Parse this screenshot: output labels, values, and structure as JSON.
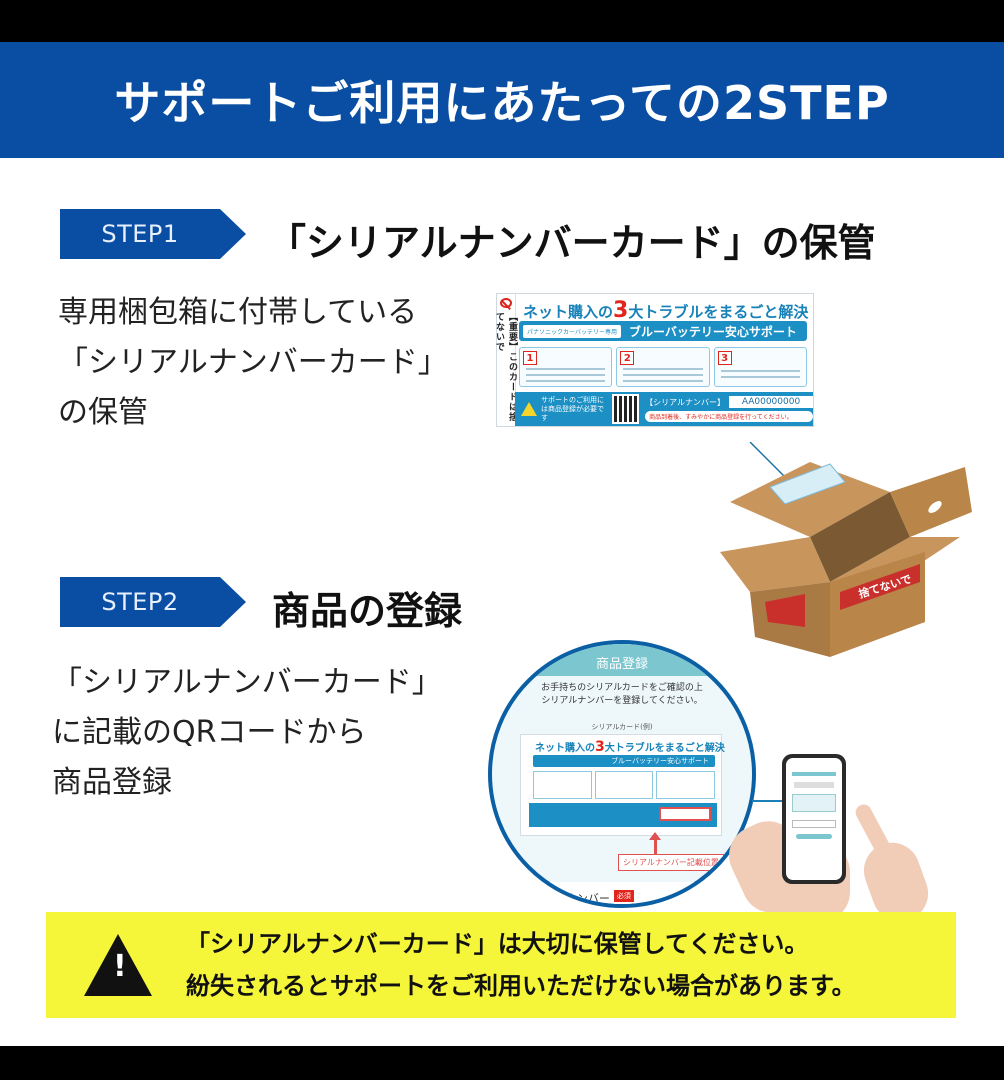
{
  "header": {
    "title": "サポートご利用にあたっての2STEP",
    "background": "#0a4ea3"
  },
  "steps": [
    {
      "badge": "STEP1",
      "title": "「シリアルナンバーカード」の保管",
      "description": [
        "専用梱包箱に付帯している",
        "「シリアルナンバーカード」",
        "の保管"
      ]
    },
    {
      "badge": "STEP2",
      "title": "商品の登録",
      "description": [
        "「シリアルナンバーカード」",
        "に記載のQRコードから",
        "商品登録"
      ]
    }
  ],
  "serial_card": {
    "side_text": "【重要】このカードは捨てないで",
    "headline_pre": "ネット購入の",
    "headline_num": "3",
    "headline_post": "大トラブルをまるごと解決",
    "band_tag": "パナソニックカーバッテリー専用",
    "band_title": "ブルーバッテリー安心サポート",
    "boxes": [
      "1",
      "2",
      "3"
    ],
    "bottom_text": "サポートのご利用には商品登録が必要です",
    "serial_label": "【シリアルナンバー】",
    "serial_value": "AA00000000",
    "serial_note": "商品到着後、すみやかに商品登録を行ってください。"
  },
  "registration": {
    "header": "商品登録",
    "instructions": [
      "お手持ちのシリアルカードをご確認の上",
      "シリアルナンバーを登録してください。"
    ],
    "sample_label": "シリアルカード(例)",
    "serial_position_label": "シリアルナンバー記載位置",
    "field_label": "シリアルナンバー",
    "required_badge": "必須"
  },
  "box_label": "捨てないで",
  "warning": {
    "line1": "「シリアルナンバーカード」は大切に保管してください。",
    "line2": "紛失されるとサポートをご利用いただけない場合があります。",
    "background": "#f5f53a",
    "icon": "warning-triangle-icon"
  }
}
